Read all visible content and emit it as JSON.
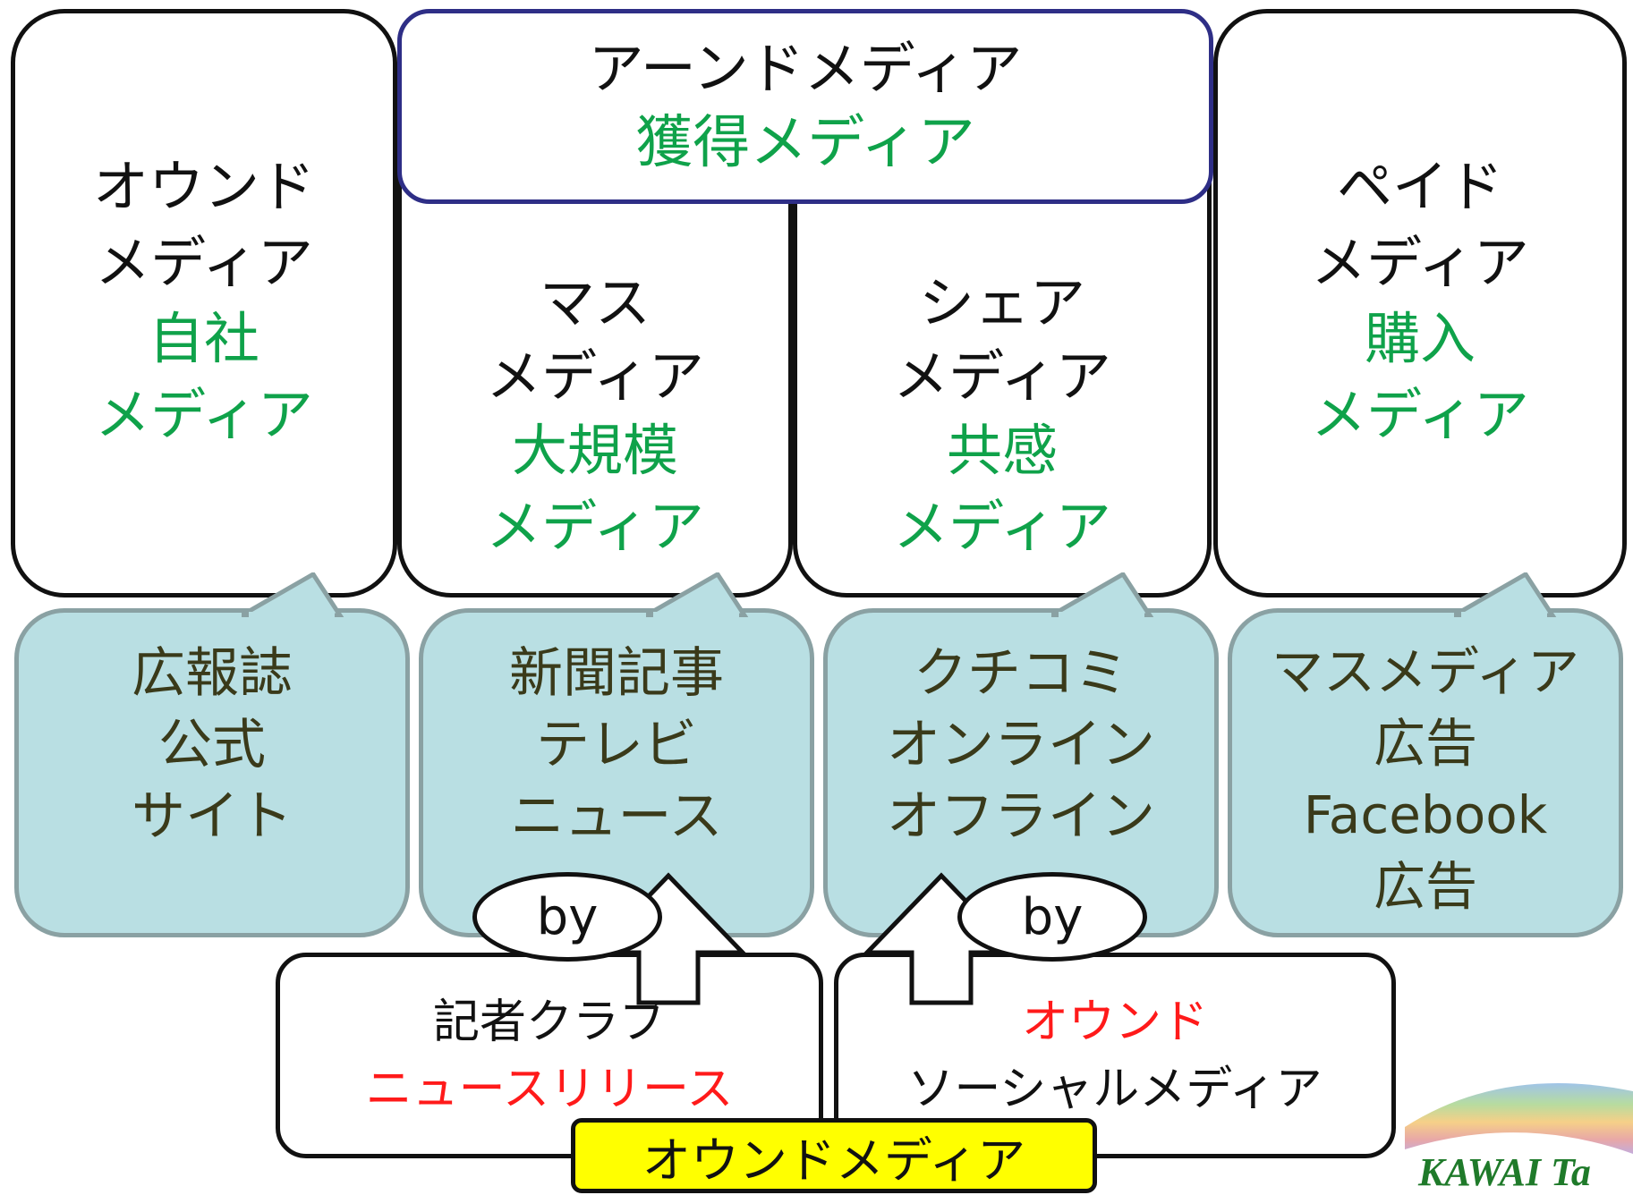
{
  "owned": {
    "title_line1": "オウンド",
    "title_line2": "メディア",
    "jp_line1": "自社",
    "jp_line2": "メディア"
  },
  "earned": {
    "header_title": "アーンドメディア",
    "header_jp": "獲得メディア"
  },
  "mass": {
    "title_line1": "マス",
    "title_line2": "メディア",
    "jp_line1": "大規模",
    "jp_line2": "メディア"
  },
  "share": {
    "title_line1": "シェア",
    "title_line2": "メディア",
    "jp_line1": "共感",
    "jp_line2": "メディア"
  },
  "paid": {
    "title_line1": "ペイド",
    "title_line2": "メディア",
    "jp_line1": "購入",
    "jp_line2": "メディア"
  },
  "bubbles": {
    "owned": [
      "広報誌",
      "公式",
      "サイト"
    ],
    "mass": [
      "新聞記事",
      "テレビ",
      "ニュース"
    ],
    "share": [
      "クチコミ",
      "オンライン",
      "オフライン"
    ],
    "paid": [
      "マスメディア",
      "広告",
      "Facebook",
      "広告"
    ]
  },
  "by_label": "by",
  "sources": {
    "left_line1": "記者クラブ",
    "left_line2": "ニュースリリース",
    "right_line1": "オウンド",
    "right_line2": "ソーシャルメディア"
  },
  "owned_banner": "オウンドメディア",
  "logo_text": "KAWAI Ta",
  "colors": {
    "green": "#0fa24a",
    "red": "#ff1a1a",
    "bubble_fill": "#b9dfe3",
    "banner_yellow": "#ffff00",
    "header_border": "#2e2e86"
  }
}
